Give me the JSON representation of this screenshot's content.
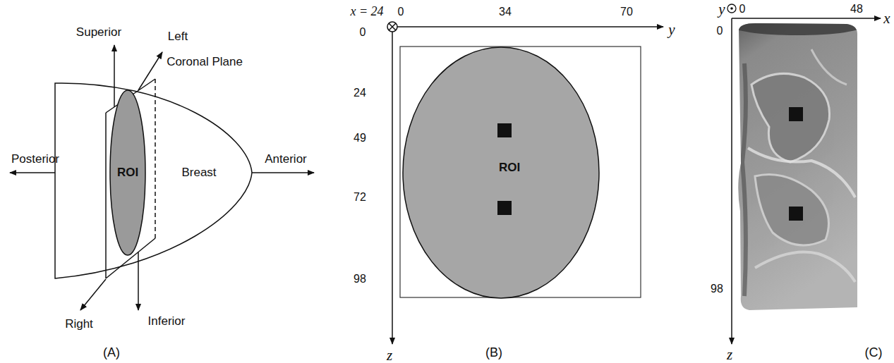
{
  "diagram": {
    "nodes": [
      {
        "text": [
          "Breast"
        ]
      },
      {
        "text": [
          "ROI"
        ],
        "in": 0
      },
      {
        "text": [
          "ROI"
        ]
      }
    ],
    "labels": [
      "Superior",
      "Left",
      "Coronal Plane",
      "Posterior",
      "Anterior",
      "Right",
      "Inferior",
      "(A)",
      "x = 24",
      "0",
      "34",
      "70",
      "y",
      "0",
      "24",
      "49",
      "72",
      "98",
      "z",
      "(B)",
      "y",
      "0",
      "48",
      "x",
      "0",
      "98",
      "z",
      "(C)"
    ]
  }
}
